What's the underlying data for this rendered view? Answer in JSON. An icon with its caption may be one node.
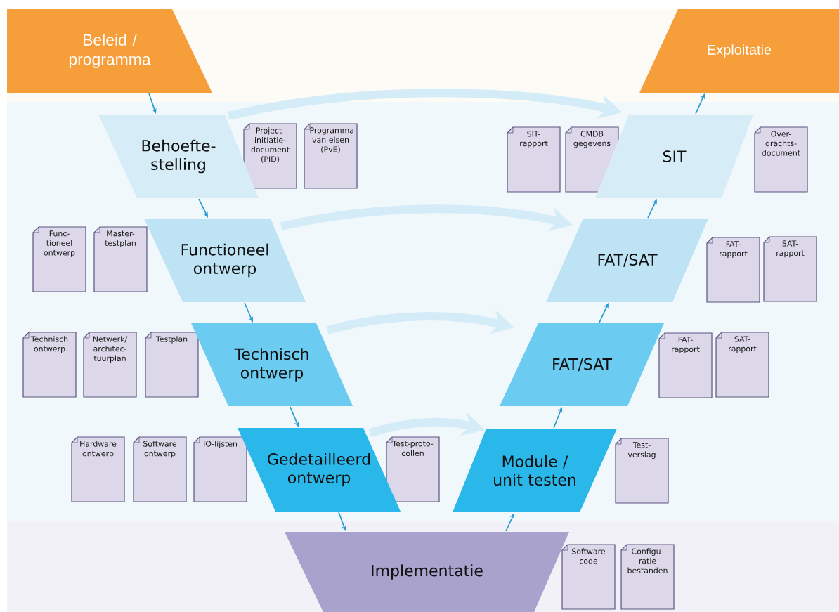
{
  "diagram": {
    "nodes": [
      {
        "text": [
          "Beleid / programma"
        ]
      },
      {
        "text": [
          "Exploitatie"
        ]
      },
      {
        "text": [
          "Behoefte-stelling"
        ]
      },
      {
        "text": [
          "Project-initiatie-document (PID)"
        ]
      },
      {
        "text": [
          "Programma van eisen (PvE)"
        ]
      },
      {
        "text": [
          "SIT-rapport"
        ]
      },
      {
        "text": [
          "CMDB gegevens"
        ]
      },
      {
        "text": [
          "SIT"
        ]
      },
      {
        "text": [
          "Over-drachts-document"
        ]
      },
      {
        "text": [
          "Func-tioneel ontwerp"
        ]
      },
      {
        "text": [
          "Master-testplan"
        ]
      },
      {
        "text": [
          "Functioneel ontwerp"
        ]
      },
      {
        "text": [
          "FAT/SAT"
        ]
      },
      {
        "text": [
          "FAT-rapport"
        ]
      },
      {
        "text": [
          "SAT-rapport"
        ]
      },
      {
        "text": [
          "Technisch ontwerp"
        ]
      },
      {
        "text": [
          "Netwerk/ architec-tuurplan"
        ]
      },
      {
        "text": [
          "Testplan"
        ]
      },
      {
        "text": [
          "Technisch ontwerp"
        ]
      },
      {
        "text": [
          "FAT/SAT"
        ]
      },
      {
        "text": [
          "FAT-rapport"
        ]
      },
      {
        "text": [
          "SAT-rapport"
        ]
      },
      {
        "text": [
          "Hardware ontwerp"
        ]
      },
      {
        "text": [
          "Software ontwerp"
        ]
      },
      {
        "text": [
          "IO-lijsten"
        ]
      },
      {
        "text": [
          "Gedetailleerd ontwerp"
        ]
      },
      {
        "text": [
          "Test-proto-collen"
        ]
      },
      {
        "text": [
          "Module / unit testen"
        ]
      },
      {
        "text": [
          "Test-verslag"
        ]
      },
      {
        "text": [
          "Implementatie"
        ]
      },
      {
        "text": [
          "Software code"
        ]
      },
      {
        "text": [
          "Configu-ratie bestanden"
        ]
      }
    ],
    "edges": [
      {
        "from": 0,
        "to": 2,
        "arrow": "to"
      },
      {
        "from": 2,
        "to": 11,
        "arrow": "to"
      },
      {
        "from": 11,
        "to": 18,
        "arrow": "to"
      },
      {
        "from": 18,
        "to": 25,
        "arrow": "to"
      },
      {
        "from": 25,
        "to": 29,
        "arrow": "to"
      },
      {
        "from": 29,
        "to": 27,
        "arrow": "to"
      },
      {
        "from": 27,
        "to": 19,
        "arrow": "to"
      },
      {
        "from": 19,
        "to": 12,
        "arrow": "to"
      },
      {
        "from": 12,
        "to": 7,
        "arrow": "to"
      },
      {
        "from": 7,
        "to": 1,
        "arrow": "to"
      },
      {
        "from": 2,
        "to": 7,
        "arrow": "to",
        "style": "thick",
        "color": "#d4ecf8"
      },
      {
        "from": 11,
        "to": 12,
        "arrow": "to",
        "style": "thick",
        "color": "#d4ecf8"
      },
      {
        "from": 18,
        "to": 19,
        "arrow": "to",
        "style": "thick",
        "color": "#d4ecf8"
      },
      {
        "from": 25,
        "to": 27,
        "arrow": "to",
        "style": "thick",
        "color": "#d4ecf8"
      }
    ]
  }
}
